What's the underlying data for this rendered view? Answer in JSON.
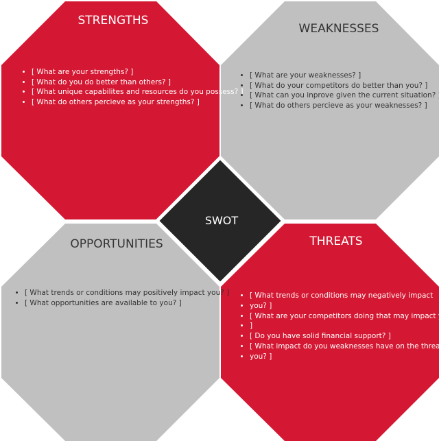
{
  "colors": {
    "red": "#d41732",
    "gray": "#c0c0c0",
    "dark": "#262626"
  },
  "center": {
    "label": "SWOT"
  },
  "strengths": {
    "title": "STRENGTHS",
    "items": [
      "[ What are your strengths? ]",
      "[ What do you do better than others? ]",
      "[ What unique capabilites and resources do you possess? ]",
      "[ What do others percieve as your strengths? ]"
    ]
  },
  "weaknesses": {
    "title": "WEAKNESSES",
    "items": [
      "[ What are your weaknesses? ]",
      "[ What do your competitors do better than you? ]",
      "[ What can you inprove given the current situation? ]",
      "[ What do others percieve as your weaknesses? ]"
    ]
  },
  "opportunities": {
    "title": "OPPORTUNITIES",
    "items": [
      "[ What trends or conditions may positively impact you? ]",
      "[ What opportunities are available to you? ]"
    ]
  },
  "threats": {
    "title": "THREATS",
    "items": [
      "[ What trends or conditions may negatively impact",
      "you? ]",
      "[ What are your competitors doing that may impact you?",
      "]",
      "[ Do you have solid financial support? ]",
      "[ What impact do you weaknesses have on the threats to",
      "you? ]"
    ]
  }
}
